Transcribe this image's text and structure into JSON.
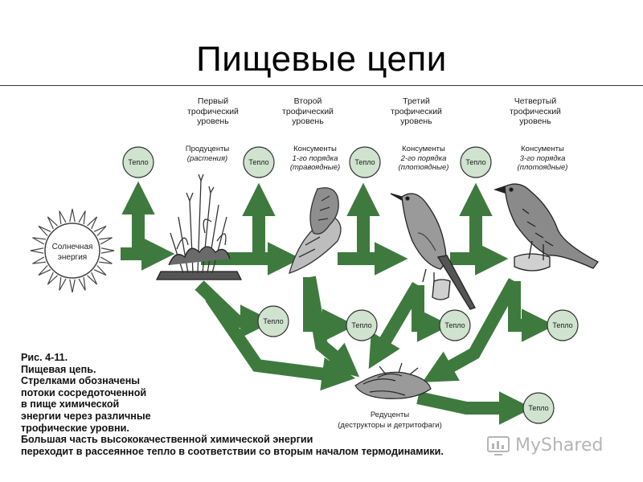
{
  "title": "Пищевые цепи",
  "levels": [
    {
      "heading": [
        "Первый",
        "трофический",
        "уровень"
      ],
      "group": [
        "Продуценты",
        "(растения)"
      ]
    },
    {
      "heading": [
        "Второй",
        "трофический",
        "уровень"
      ],
      "group": [
        "Консументы",
        "1-го порядка",
        "(травоядные)"
      ]
    },
    {
      "heading": [
        "Третий",
        "трофический",
        "уровень"
      ],
      "group": [
        "Консументы",
        "2-го порядка",
        "(плотоядные)"
      ]
    },
    {
      "heading": [
        "Четвертый",
        "трофический",
        "уровень"
      ],
      "group": [
        "Консументы",
        "3-го порядка",
        "(плотоядные)"
      ]
    }
  ],
  "heat_label": "Тепло",
  "sun_label": [
    "Солнечная",
    "энергия"
  ],
  "reducers": {
    "title": "Редуценты",
    "subtitle": "(деструкторы и детритофаги)"
  },
  "caption": [
    "Рис. 4-11.",
    "Пищевая цепь.",
    "Стрелками обозначены",
    "потоки сосредоточенной",
    "в пище химической",
    "энергии через различные",
    "трофические уровни.",
    "Большая часть высококачественной химической энергии",
    "переходит в рассеянное тепло в соответствии со вторым началом термодинамики."
  ],
  "watermark": "MyShared",
  "colors": {
    "arrow": "#3e7a3e",
    "arrow_dark": "#2a5a2a",
    "heat_fill": "#cfe3cf",
    "heat_stroke": "#333333",
    "sun_stroke": "#444444",
    "background": "#ffffff"
  },
  "icons": [
    "sun-icon",
    "plants-icon",
    "grasshopper-icon",
    "bird-icon",
    "hawk-icon",
    "decomposer-icon",
    "watermark-logo-icon"
  ]
}
